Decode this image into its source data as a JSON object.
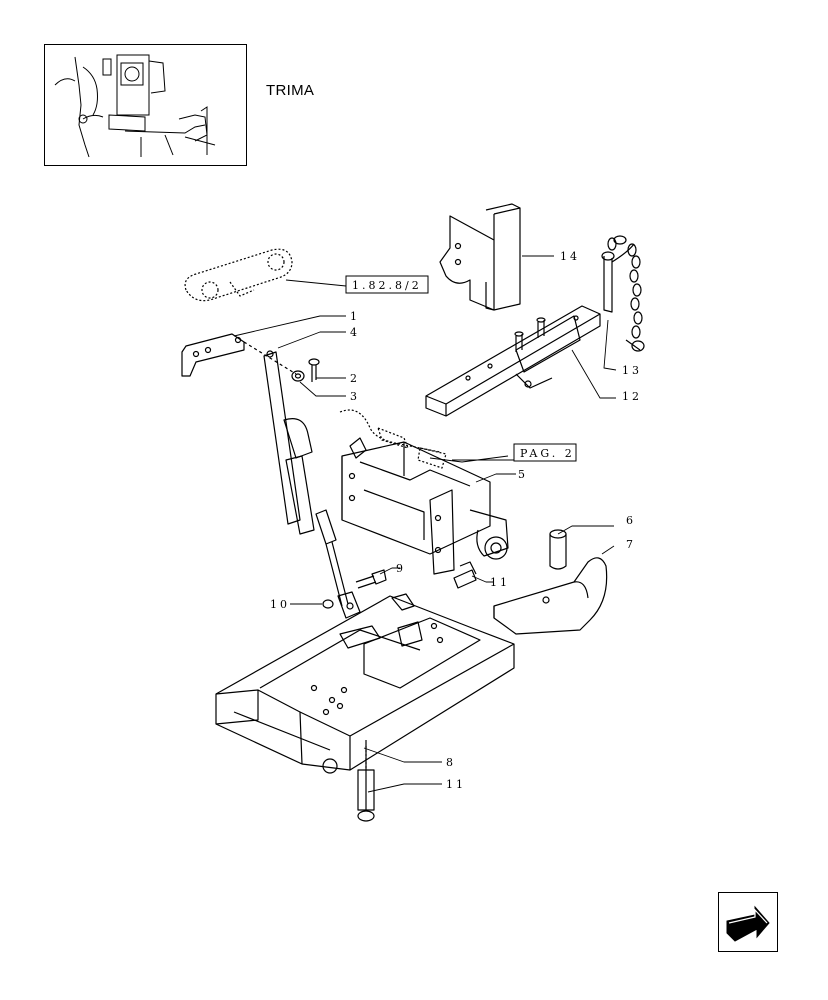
{
  "header": {
    "brand": "TRIMA"
  },
  "references": {
    "ref_a": "1.82.8/2",
    "ref_b": "PAG. 2"
  },
  "callouts": {
    "c1": "1",
    "c2": "2",
    "c3": "3",
    "c4": "4",
    "c5": "5",
    "c6": "6",
    "c7": "7",
    "c8": "8",
    "c9": "9",
    "c10": "10",
    "c11a": "11",
    "c11b": "11",
    "c12": "12",
    "c13": "13",
    "c14": "14"
  },
  "icons": {
    "thumbnail": "tractor-detail-thumbnail",
    "nav": "next-page-arrow-icon"
  }
}
